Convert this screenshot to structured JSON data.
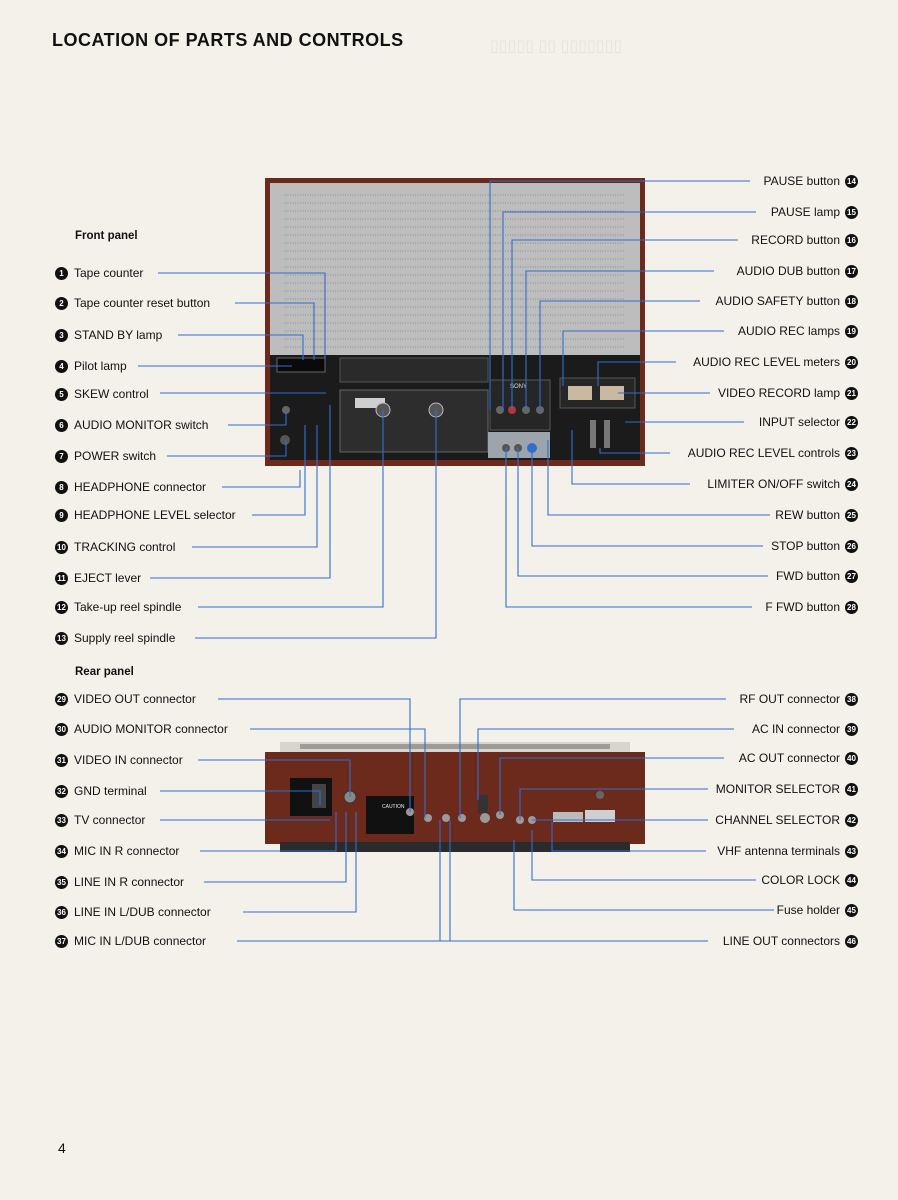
{
  "page": {
    "title": "LOCATION OF PARTS AND CONTROLS",
    "page_number": "4"
  },
  "sections": {
    "front": "Front panel",
    "rear": "Rear panel"
  },
  "colors": {
    "leader": "#2f6fd0",
    "cabinet": "#6b2a1c",
    "panel": "#1b1b1b",
    "grille": "#bdbdbd"
  },
  "left_labels": [
    {
      "num": "1",
      "text": "Tape counter"
    },
    {
      "num": "2",
      "text": "Tape counter reset button"
    },
    {
      "num": "3",
      "text": "STAND BY lamp"
    },
    {
      "num": "4",
      "text": "Pilot lamp"
    },
    {
      "num": "5",
      "text": "SKEW control"
    },
    {
      "num": "6",
      "text": "AUDIO MONITOR switch"
    },
    {
      "num": "7",
      "text": "POWER switch"
    },
    {
      "num": "8",
      "text": "HEADPHONE connector"
    },
    {
      "num": "9",
      "text": "HEADPHONE LEVEL selector"
    },
    {
      "num": "10",
      "text": "TRACKING control"
    },
    {
      "num": "11",
      "text": "EJECT lever"
    },
    {
      "num": "12",
      "text": "Take-up reel spindle"
    },
    {
      "num": "13",
      "text": "Supply reel spindle"
    },
    {
      "num": "29",
      "text": "VIDEO OUT connector"
    },
    {
      "num": "30",
      "text": "AUDIO MONITOR connector"
    },
    {
      "num": "31",
      "text": "VIDEO IN connector"
    },
    {
      "num": "32",
      "text": "GND terminal"
    },
    {
      "num": "33",
      "text": "TV connector"
    },
    {
      "num": "34",
      "text": "MIC IN R connector"
    },
    {
      "num": "35",
      "text": "LINE IN R connector"
    },
    {
      "num": "36",
      "text": "LINE IN L/DUB connector"
    },
    {
      "num": "37",
      "text": "MIC IN L/DUB connector"
    }
  ],
  "right_labels": [
    {
      "num": "14",
      "text": "PAUSE button"
    },
    {
      "num": "15",
      "text": "PAUSE lamp"
    },
    {
      "num": "16",
      "text": "RECORD button"
    },
    {
      "num": "17",
      "text": "AUDIO DUB button"
    },
    {
      "num": "18",
      "text": "AUDIO SAFETY button"
    },
    {
      "num": "19",
      "text": "AUDIO REC lamps"
    },
    {
      "num": "20",
      "text": "AUDIO REC LEVEL meters"
    },
    {
      "num": "21",
      "text": "VIDEO RECORD lamp"
    },
    {
      "num": "22",
      "text": "INPUT selector"
    },
    {
      "num": "23",
      "text": "AUDIO REC LEVEL controls"
    },
    {
      "num": "24",
      "text": "LIMITER ON/OFF switch"
    },
    {
      "num": "25",
      "text": "REW button"
    },
    {
      "num": "26",
      "text": "STOP button"
    },
    {
      "num": "27",
      "text": "FWD button"
    },
    {
      "num": "28",
      "text": "F FWD button"
    },
    {
      "num": "38",
      "text": "RF OUT connector"
    },
    {
      "num": "39",
      "text": "AC IN connector"
    },
    {
      "num": "40",
      "text": "AC OUT connector"
    },
    {
      "num": "41",
      "text": "MONITOR SELECTOR"
    },
    {
      "num": "42",
      "text": "CHANNEL SELECTOR"
    },
    {
      "num": "43",
      "text": "VHF antenna terminals"
    },
    {
      "num": "44",
      "text": "COLOR LOCK"
    },
    {
      "num": "45",
      "text": "Fuse holder"
    },
    {
      "num": "46",
      "text": "LINE OUT connectors"
    }
  ],
  "device_text": {
    "brand": "SONY",
    "caution": "CAUTION"
  }
}
